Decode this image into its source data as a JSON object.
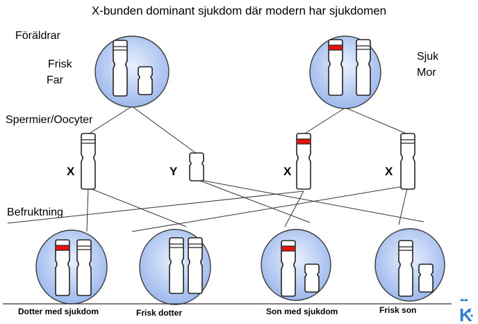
{
  "title": "X-bunden dominant sjukdom där modern har sjukdomen",
  "labels": {
    "parents": "Föräldrar",
    "healthy": "Frisk",
    "father": "Far",
    "sick": "Sjuk",
    "mother": "Mor",
    "gametes": "Spermier/Oocyter",
    "fertilization": "Befruktning"
  },
  "gametes": {
    "x_left": "X",
    "y": "Y",
    "x_mid": "X",
    "x_right": "X"
  },
  "offspring": {
    "daughter_sick": "Dotter med sjukdom",
    "daughter_healthy": "Frisk dotter",
    "son_sick": "Son med sjukdom",
    "son_healthy": "Frisk son"
  },
  "logo": {
    "letter": "K",
    "color": "#2f7fd0"
  },
  "colors": {
    "disease_band": "#ee1111",
    "circle_fill_center": "#e9f0fd",
    "circle_fill_edge": "#9ab6ec",
    "circle_stroke": "#3a3a3a"
  }
}
